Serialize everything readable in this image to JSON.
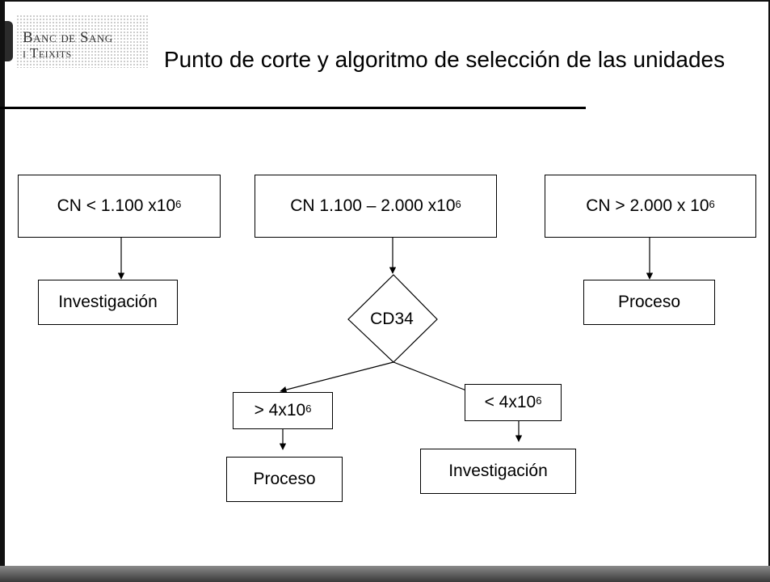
{
  "logo": {
    "line1": "Banc de Sang",
    "line2": "i Teixits"
  },
  "title": "Punto de corte y algoritmo de selección de las unidades",
  "nodes": {
    "cn_low": {
      "text": "CN < 1.100 x10",
      "sup": "6"
    },
    "cn_mid": {
      "text": "CN 1.100 – 2.000 x10",
      "sup": "6"
    },
    "cn_high": {
      "text": "CN > 2.000 x 10",
      "sup": "6"
    },
    "invest_left": {
      "text": "Investigación"
    },
    "proceso_right": {
      "text": "Proceso"
    },
    "cd34": {
      "text": "CD34"
    },
    "gt4": {
      "text": "> 4x10",
      "sup": "6"
    },
    "lt4": {
      "text": "< 4x10",
      "sup": "6"
    },
    "proceso_bottom": {
      "text": "Proceso"
    },
    "invest_bottom": {
      "text": "Investigación"
    }
  }
}
